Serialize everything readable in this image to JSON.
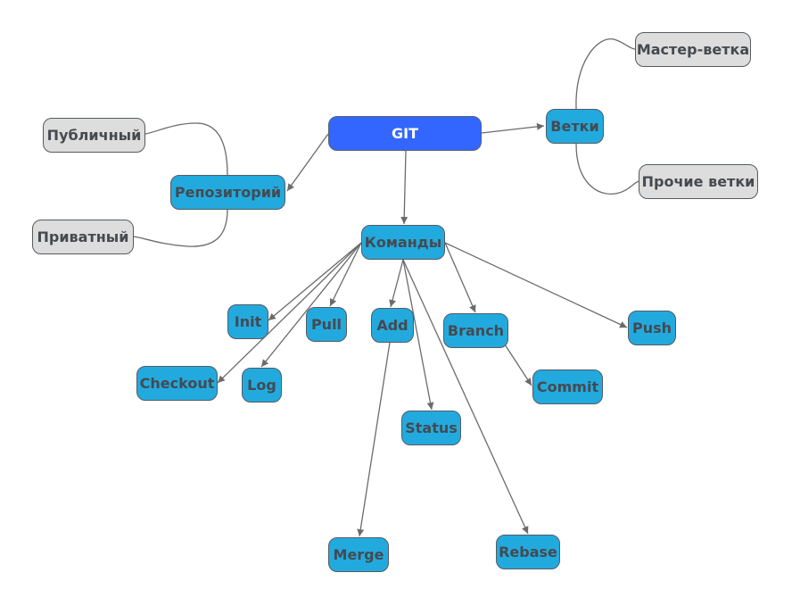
{
  "diagram": {
    "title": "",
    "colors": {
      "root": "#3366ff",
      "command": "#22aadf",
      "leaf": "#dddddd",
      "edge": "#6b6b6b",
      "text": "#454a50"
    },
    "nodes": {
      "git": "GIT",
      "branches": "Ветки",
      "master_branch": "Мастер-ветка",
      "other_branches": "Прочие ветки",
      "repository": "Репозиторий",
      "public": "Публичный",
      "private": "Приватный",
      "commands": "Команды",
      "init": "Init",
      "pull": "Pull",
      "add": "Add",
      "branch": "Branch",
      "push": "Push",
      "checkout": "Checkout",
      "log": "Log",
      "commit": "Commit",
      "status": "Status",
      "merge": "Merge",
      "rebase": "Rebase"
    },
    "edges": [
      {
        "from": "git",
        "to": "branches",
        "style": "arrow"
      },
      {
        "from": "git",
        "to": "repository",
        "style": "arrow"
      },
      {
        "from": "git",
        "to": "commands",
        "style": "arrow"
      },
      {
        "from": "branches",
        "to": "master_branch",
        "style": "curve"
      },
      {
        "from": "branches",
        "to": "other_branches",
        "style": "curve"
      },
      {
        "from": "repository",
        "to": "public",
        "style": "curve"
      },
      {
        "from": "repository",
        "to": "private",
        "style": "curve"
      },
      {
        "from": "commands",
        "to": "init",
        "style": "arrow"
      },
      {
        "from": "commands",
        "to": "pull",
        "style": "arrow"
      },
      {
        "from": "commands",
        "to": "add",
        "style": "arrow"
      },
      {
        "from": "commands",
        "to": "branch",
        "style": "arrow"
      },
      {
        "from": "commands",
        "to": "push",
        "style": "arrow"
      },
      {
        "from": "commands",
        "to": "checkout",
        "style": "arrow"
      },
      {
        "from": "commands",
        "to": "log",
        "style": "arrow"
      },
      {
        "from": "commands",
        "to": "status",
        "style": "arrow"
      },
      {
        "from": "commands",
        "to": "rebase",
        "style": "arrow"
      },
      {
        "from": "add",
        "to": "merge",
        "style": "arrow"
      },
      {
        "from": "branch",
        "to": "commit",
        "style": "arrow"
      }
    ]
  }
}
